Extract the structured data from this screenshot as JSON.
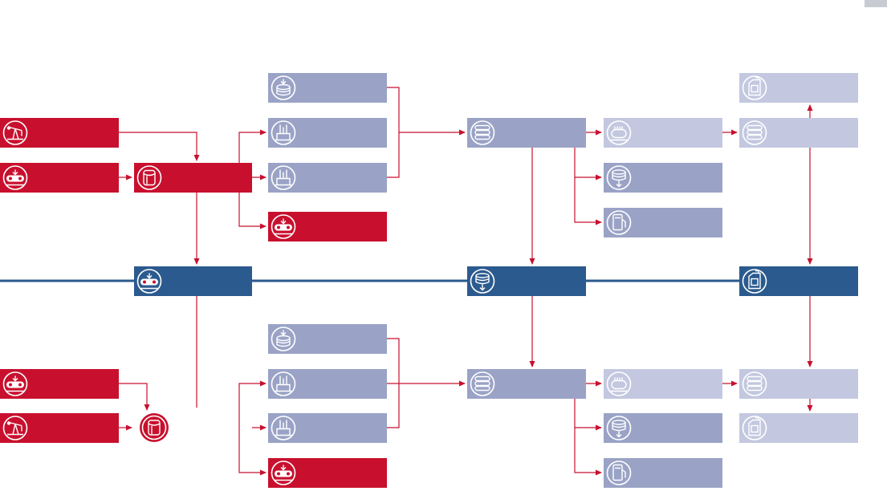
{
  "colors": {
    "red": "#c8102e",
    "blue": "#2b5a8e",
    "lavender": "#9aa3c6",
    "pale": "#c3c8e0",
    "arrow": "#c8102e",
    "bus_line": "#2b5a8e",
    "corner_tab": "#c9cbd2"
  },
  "nodes": [
    {
      "id": "t-oil-well",
      "icon": "oil-pump-icon",
      "color": "red"
    },
    {
      "id": "t-pipeline",
      "icon": "pipeline-icon",
      "color": "red"
    },
    {
      "id": "t-storage-tank",
      "icon": "storage-tank-icon",
      "color": "red"
    },
    {
      "id": "t-feed-a",
      "icon": "tank-inflow-icon",
      "color": "lavender"
    },
    {
      "id": "t-plant-a",
      "icon": "refinery-icon",
      "color": "lavender"
    },
    {
      "id": "t-plant-b",
      "icon": "refinery-icon",
      "color": "lavender"
    },
    {
      "id": "t-pipeline-out",
      "icon": "pipeline-icon",
      "color": "red"
    },
    {
      "id": "t-blend-hub",
      "icon": "tank-stack-icon",
      "color": "lavender"
    },
    {
      "id": "t-process",
      "icon": "reactor-icon",
      "color": "pale"
    },
    {
      "id": "t-drain",
      "icon": "tank-drain-icon",
      "color": "lavender"
    },
    {
      "id": "t-dispenser",
      "icon": "dispenser-icon",
      "color": "lavender"
    },
    {
      "id": "t-canister",
      "icon": "canister-icon",
      "color": "pale"
    },
    {
      "id": "t-final-blend",
      "icon": "tank-stack-icon",
      "color": "pale"
    },
    {
      "id": "m-pipeline-hub",
      "icon": "pipeline-hub-icon",
      "color": "blue"
    },
    {
      "id": "m-drain-hub",
      "icon": "tank-drain-icon",
      "color": "blue"
    },
    {
      "id": "m-canister-hub",
      "icon": "canister-icon",
      "color": "blue"
    },
    {
      "id": "b-pipeline",
      "icon": "pipeline-icon",
      "color": "red"
    },
    {
      "id": "b-oil-well",
      "icon": "oil-pump-icon",
      "color": "red"
    },
    {
      "id": "b-feed-a",
      "icon": "tank-inflow-icon",
      "color": "lavender"
    },
    {
      "id": "b-plant-a",
      "icon": "refinery-icon",
      "color": "lavender"
    },
    {
      "id": "b-plant-b",
      "icon": "refinery-icon",
      "color": "lavender"
    },
    {
      "id": "b-pipeline-out",
      "icon": "pipeline-icon",
      "color": "red"
    },
    {
      "id": "b-blend-hub",
      "icon": "tank-stack-icon",
      "color": "lavender"
    },
    {
      "id": "b-process",
      "icon": "reactor-icon",
      "color": "pale"
    },
    {
      "id": "b-drain",
      "icon": "tank-drain-icon",
      "color": "lavender"
    },
    {
      "id": "b-dispenser",
      "icon": "dispenser-icon",
      "color": "lavender"
    },
    {
      "id": "b-final-blend",
      "icon": "tank-stack-icon",
      "color": "pale"
    },
    {
      "id": "b-canister",
      "icon": "canister-icon",
      "color": "pale"
    }
  ]
}
